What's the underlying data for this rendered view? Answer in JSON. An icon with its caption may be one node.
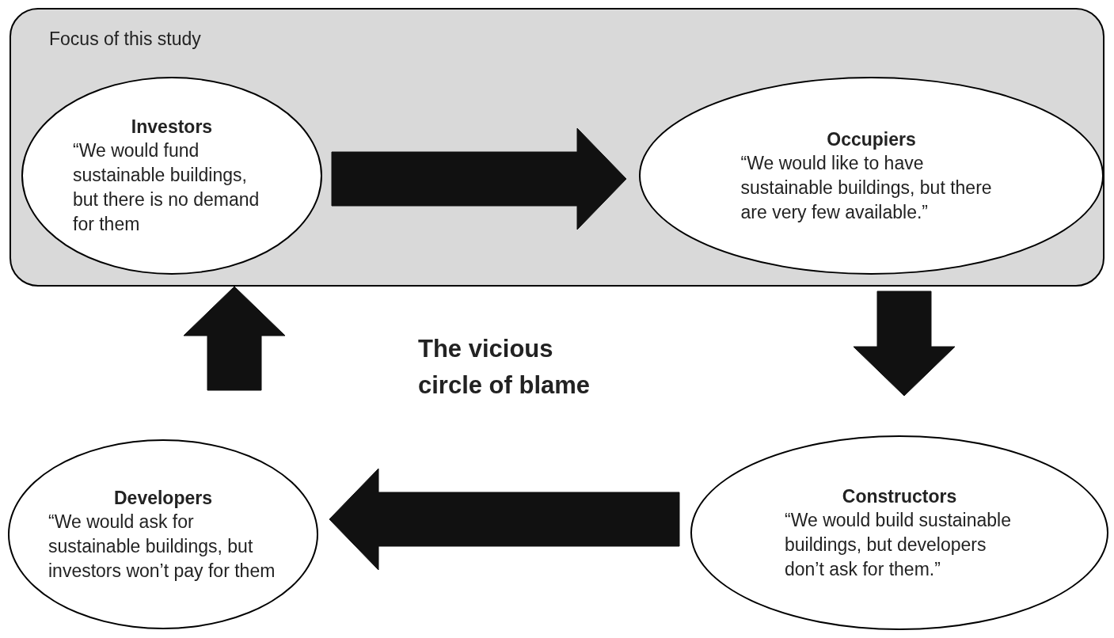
{
  "diagram": {
    "nodes": [
      {
        "text": [
          "Focus of this study"
        ]
      },
      {
        "text": [
          "Investors",
          "“We would fund sustainable buildings, but there is no demand for them"
        ],
        "in": 0
      },
      {
        "text": [
          "Occupiers",
          "“We would like to have sustainable buildings, but there are very few available.”"
        ],
        "in": 0
      },
      {
        "text": [
          "Constructors",
          "“We would build sustainable buildings, but developers don’t ask for them.”"
        ]
      },
      {
        "text": [
          "Developers",
          "“We would ask for sustainable buildings, but investors won’t pay for them"
        ]
      }
    ],
    "edges": [
      {
        "from": 1,
        "to": 2,
        "arrow": "to"
      },
      {
        "from": 0,
        "to": 3,
        "arrow": "to"
      },
      {
        "from": 3,
        "to": 4,
        "arrow": "to"
      },
      {
        "from": 4,
        "to": 0,
        "arrow": "to"
      }
    ],
    "labels": [
      "The vicious circle of blame"
    ]
  }
}
